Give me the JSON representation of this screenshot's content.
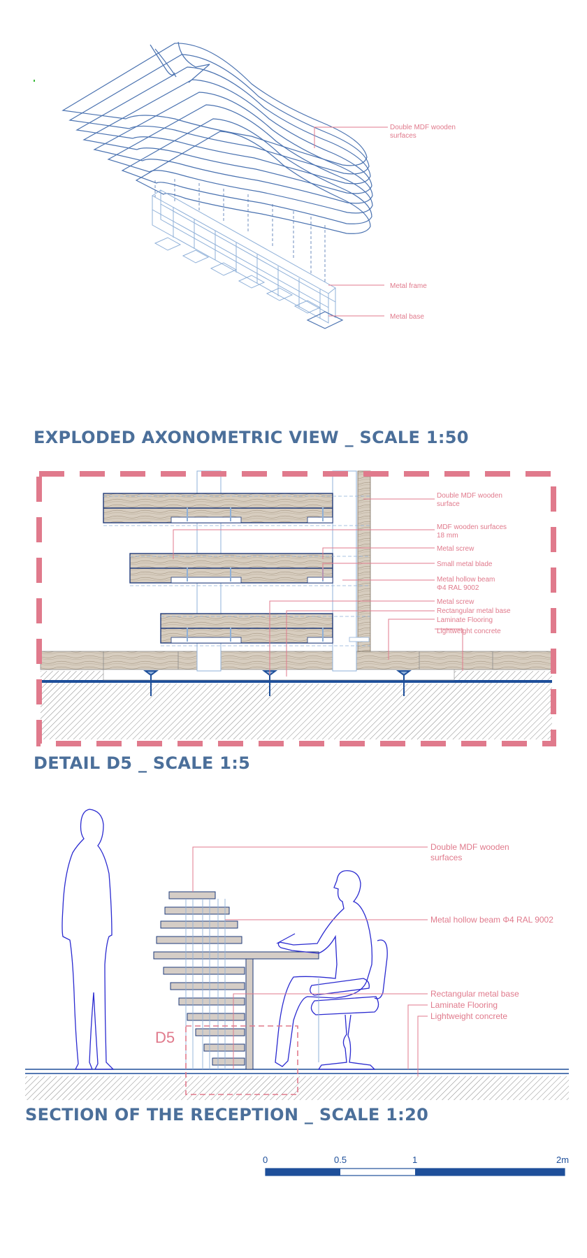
{
  "axonometric": {
    "title": "EXPLODED AXONOMETRIC VIEW _ SCALE 1:50",
    "labels": {
      "mdf_line1": "Double MDF wooden",
      "mdf_line2": "surfaces",
      "frame": "Metal frame",
      "base": "Metal base"
    }
  },
  "detail": {
    "title": "DETAIL D5 _ SCALE 1:5",
    "labels": {
      "l1a": "Double MDF wooden",
      "l1b": "surface",
      "l2a": "MDF wooden surfaces",
      "l2b": "18 mm",
      "l3": "Metal screw",
      "l4": "Small metal blade",
      "l5a": "Metal hollow beam",
      "l5b": "Φ4 RAL 9002",
      "l6": "Metal screw",
      "l7": "Rectangular metal base",
      "l8": "Laminate Flooring",
      "l9": "Lightweight concrete"
    },
    "colors": {
      "frame": "#e07a8c",
      "wood": "#d7cdbf",
      "steel": "#1e4f9a"
    }
  },
  "section": {
    "title": "SECTION OF THE RECEPTION _ SCALE 1:20",
    "marker": "D5",
    "labels": {
      "l1a": "Double MDF wooden",
      "l1b": "surfaces",
      "l2": "Metal hollow beam Φ4 RAL 9002",
      "l3": "Rectangular metal base",
      "l4": "Laminate Flooring",
      "l5": "Lightweight concrete"
    }
  },
  "scalebar": {
    "ticks": [
      "0",
      "0.5",
      "1",
      "2m"
    ],
    "color": "#1e4f9a"
  }
}
